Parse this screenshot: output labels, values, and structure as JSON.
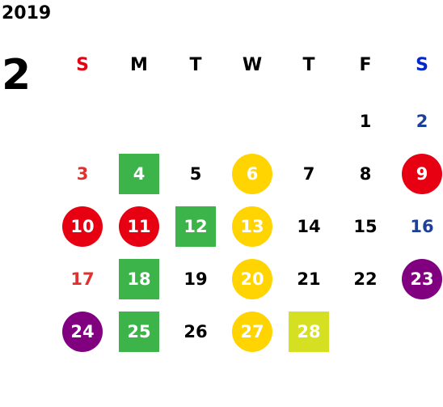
{
  "calendar": {
    "year": "2019",
    "month": "2",
    "weekdays": [
      {
        "label": "S",
        "color": "#e60012"
      },
      {
        "label": "M",
        "color": "#000000"
      },
      {
        "label": "T",
        "color": "#000000"
      },
      {
        "label": "W",
        "color": "#000000"
      },
      {
        "label": "T",
        "color": "#000000"
      },
      {
        "label": "F",
        "color": "#000000"
      },
      {
        "label": "S",
        "color": "#0026cc"
      }
    ],
    "weeks": [
      [
        null,
        null,
        null,
        null,
        null,
        {
          "day": "1",
          "color": "#000000"
        },
        {
          "day": "2",
          "color": "#1d3f99"
        }
      ],
      [
        {
          "day": "3",
          "color": "#e03030"
        },
        {
          "day": "4",
          "shape": "square",
          "fill": "#3cb44a"
        },
        {
          "day": "5",
          "color": "#000000"
        },
        {
          "day": "6",
          "shape": "circle",
          "fill": "#ffd400"
        },
        {
          "day": "7",
          "color": "#000000"
        },
        {
          "day": "8",
          "color": "#000000"
        },
        {
          "day": "9",
          "shape": "circle",
          "fill": "#e60012"
        }
      ],
      [
        {
          "day": "10",
          "shape": "circle",
          "fill": "#e60012"
        },
        {
          "day": "11",
          "shape": "circle",
          "fill": "#e60012"
        },
        {
          "day": "12",
          "shape": "square",
          "fill": "#3cb44a"
        },
        {
          "day": "13",
          "shape": "circle",
          "fill": "#ffd400"
        },
        {
          "day": "14",
          "color": "#000000"
        },
        {
          "day": "15",
          "color": "#000000"
        },
        {
          "day": "16",
          "color": "#1d3f99"
        }
      ],
      [
        {
          "day": "17",
          "color": "#e03030"
        },
        {
          "day": "18",
          "shape": "square",
          "fill": "#3cb44a"
        },
        {
          "day": "19",
          "color": "#000000"
        },
        {
          "day": "20",
          "shape": "circle",
          "fill": "#ffd400"
        },
        {
          "day": "21",
          "color": "#000000"
        },
        {
          "day": "22",
          "color": "#000000"
        },
        {
          "day": "23",
          "shape": "circle",
          "fill": "#800080"
        }
      ],
      [
        {
          "day": "24",
          "shape": "circle",
          "fill": "#800080"
        },
        {
          "day": "25",
          "shape": "square",
          "fill": "#3cb44a"
        },
        {
          "day": "26",
          "color": "#000000"
        },
        {
          "day": "27",
          "shape": "circle",
          "fill": "#ffd400"
        },
        {
          "day": "28",
          "shape": "square",
          "fill": "#d4e021"
        },
        null,
        null
      ]
    ]
  }
}
